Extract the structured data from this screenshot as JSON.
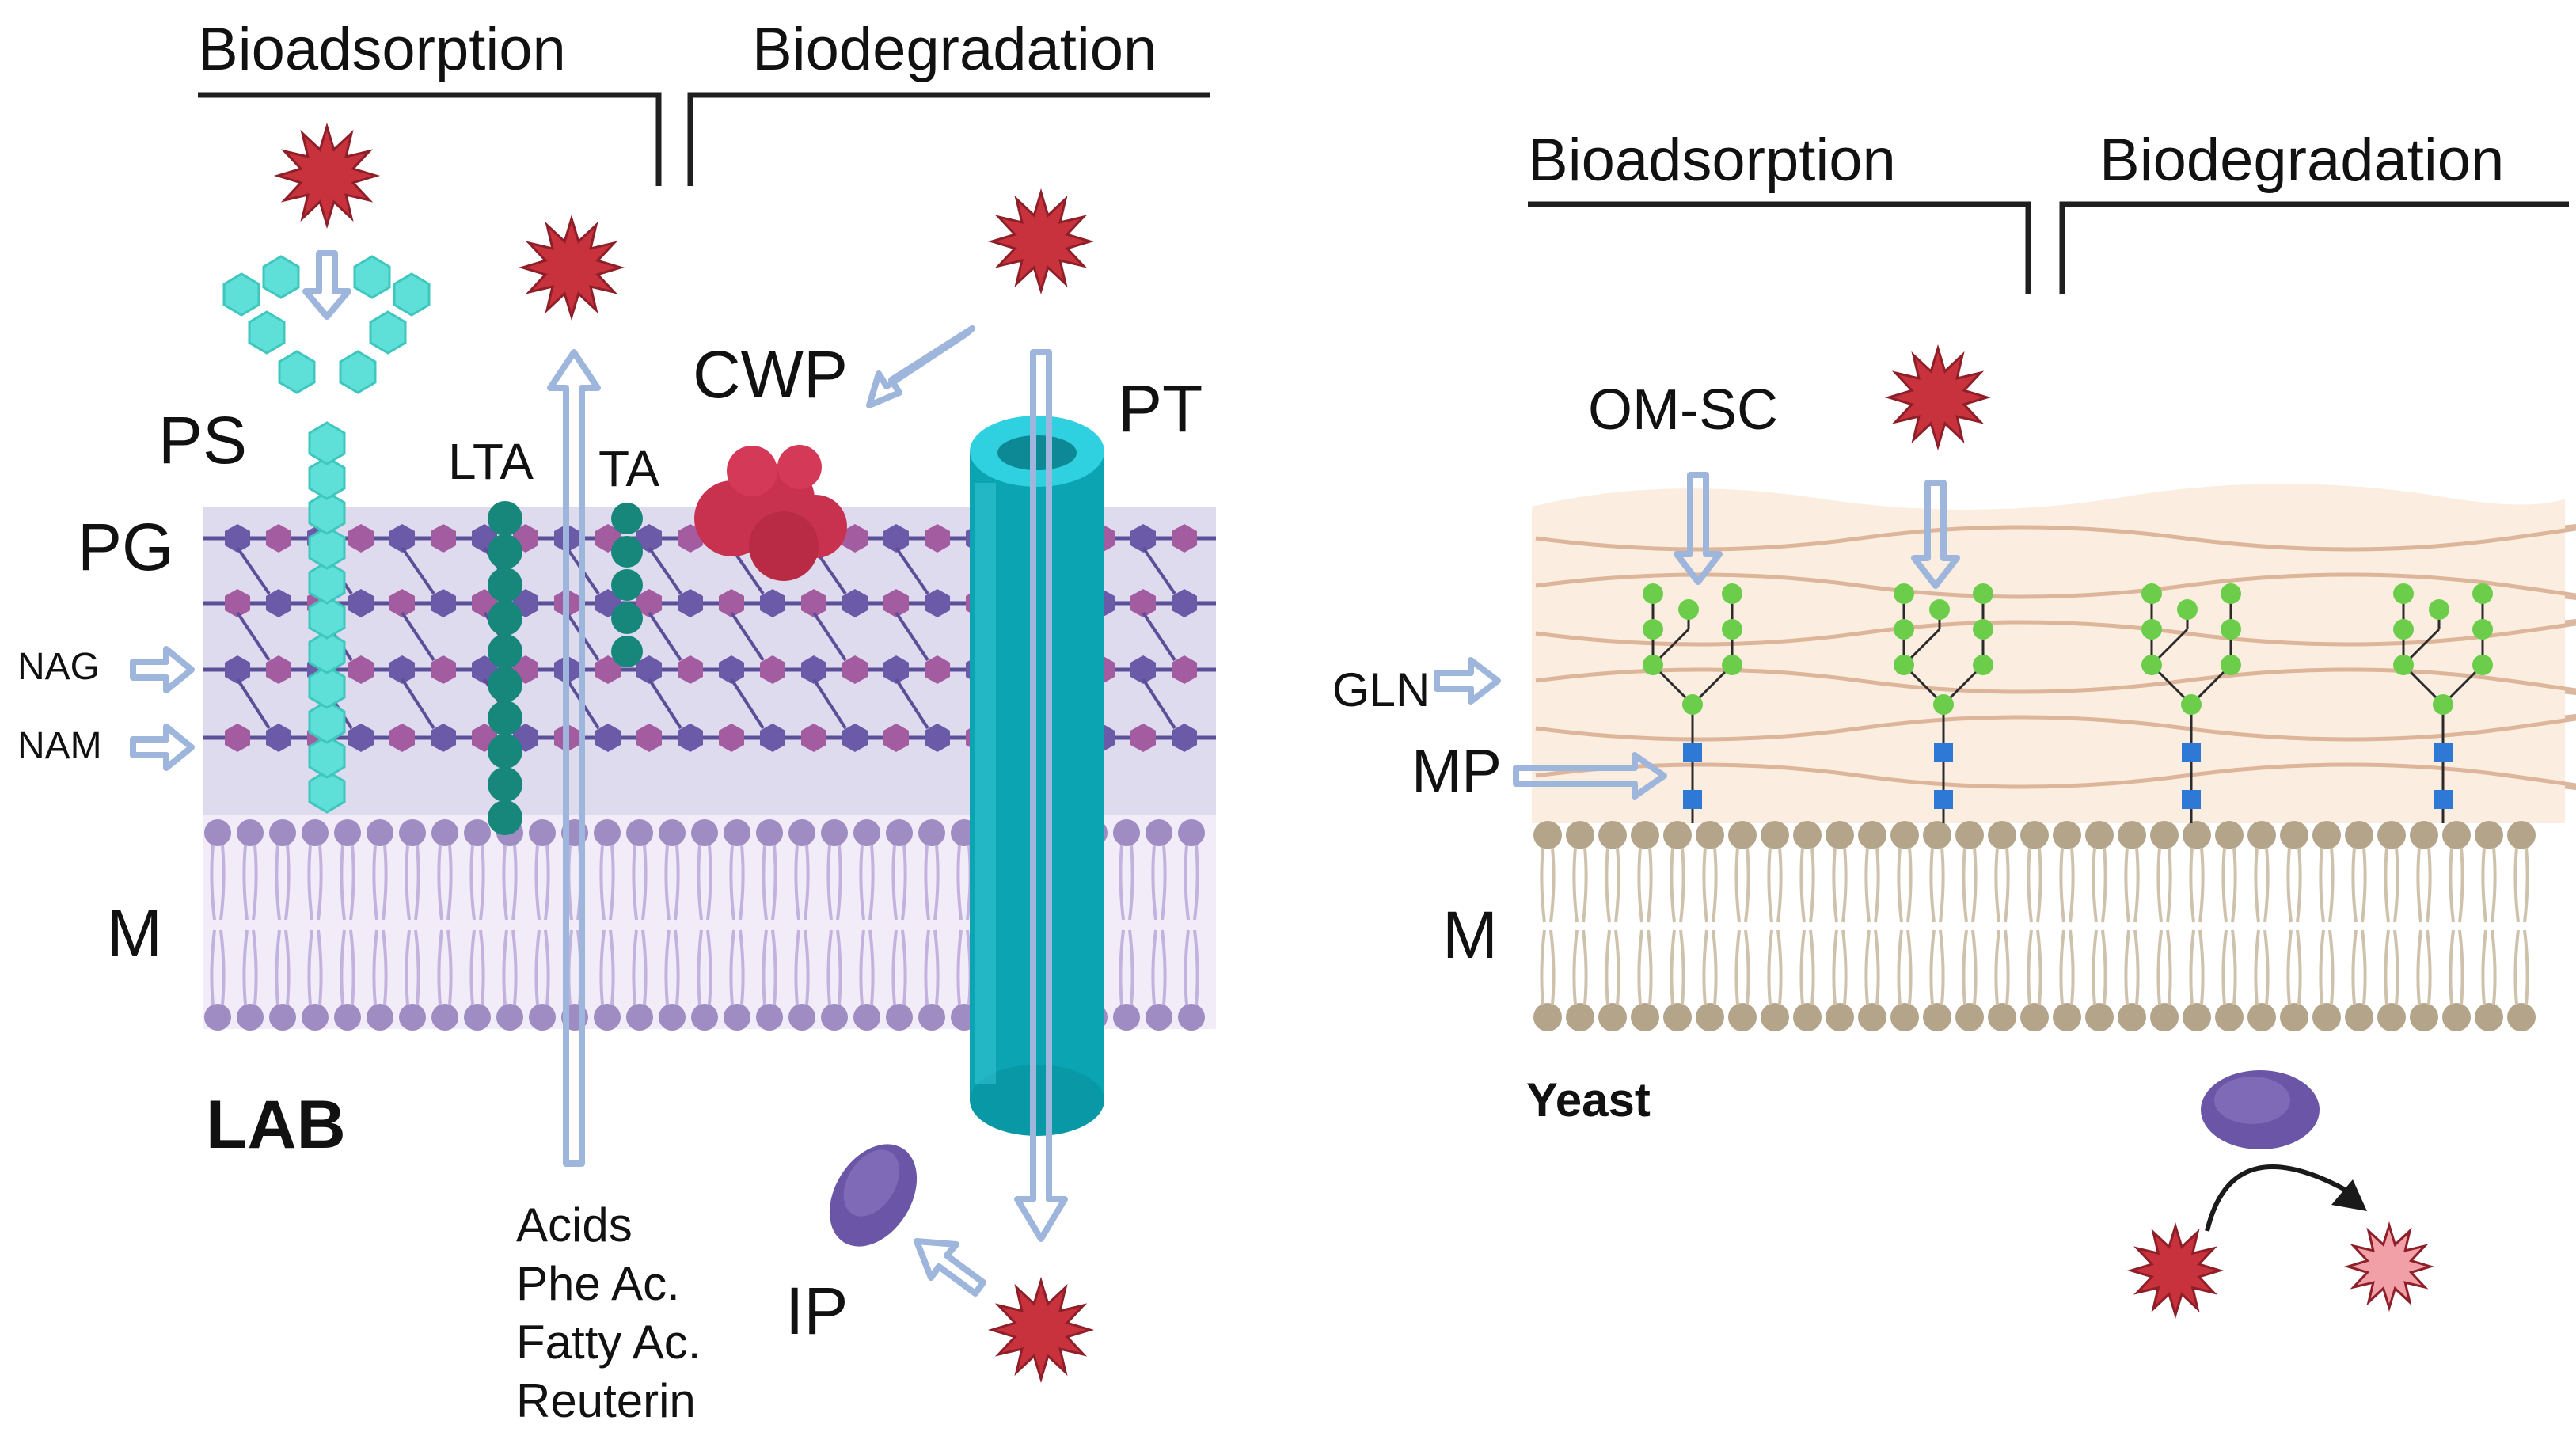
{
  "lab": {
    "bioadsorption": "Bioadsorption",
    "biodegradation": "Biodegradation",
    "ps": "PS",
    "pg": "PG",
    "nag": "NAG",
    "nam": "NAM",
    "m": "M",
    "lta": "LTA",
    "ta": "TA",
    "cwp": "CWP",
    "pt": "PT",
    "ip": "IP",
    "name": "LAB",
    "acids": [
      "Acids",
      "Phe Ac.",
      "Fatty Ac.",
      "Reuterin"
    ]
  },
  "yeast": {
    "bioadsorption": "Bioadsorption",
    "biodegradation": "Biodegradation",
    "omsc": "OM-SC",
    "gln": "GLN",
    "mp": "MP",
    "m": "M",
    "name": "Yeast"
  },
  "colors": {
    "toxin": "#c8323c",
    "toxin_degraded": "#f2a0a8",
    "cell_wall_lab": "#dedbef",
    "membrane_lab": "#a08fc4",
    "membrane_head_lab": "#9e8cc2",
    "nag_unit": "#6a5aa8",
    "nam_unit": "#a45ca0",
    "polysaccharide": "#5ee0d8",
    "lta_bead": "#16877a",
    "protein_cwp": "#c8324e",
    "transporter": "#12a9bb",
    "enzyme": "#6a55a6",
    "cell_wall_yeast": "#fbeee0",
    "membrane_head_yeast": "#b4a48a",
    "mannan_green": "#6ccd4a",
    "mannan_blue": "#2e78d6",
    "arrow_outline": "#9fb6dc"
  },
  "icons": [
    "toxin-icon",
    "hollow-arrow-icon",
    "enzyme-icon",
    "transporter-icon",
    "protein-icon"
  ]
}
